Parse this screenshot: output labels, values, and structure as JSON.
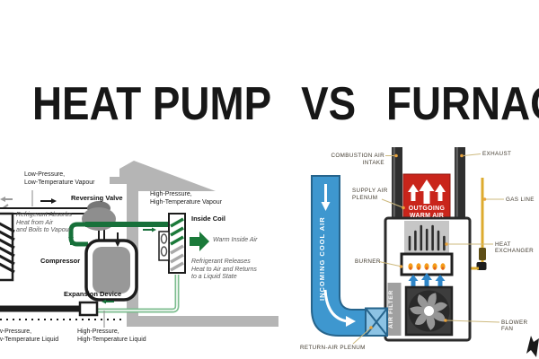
{
  "title": {
    "left": "HEAT PUMP",
    "vs": "VS",
    "right": "FURNACE"
  },
  "heat_pump": {
    "labels": {
      "low_pressure_vapour": "Low-Pressure,\nLow-Temperature Vapour",
      "reversing_valve": "Reversing Valve",
      "high_pressure_vapour": "High-Pressure,\nHigh-Temperature Vapour",
      "inside_coil": "Inside Coil",
      "warm_inside_air": "Warm Inside Air",
      "refrigerant_absorbs": "Refrigerant Absorbs\nHeat from Air\nand Boils to Vapour",
      "compressor": "Compressor",
      "refrigerant_releases": "Refrigerant Releases\nHeat to Air and Returns\nto a Liquid State",
      "expansion_device": "Expansion Device",
      "low_pressure_liquid": "Low-Pressure,\nLow-Temperature Liquid",
      "high_pressure_liquid": "High-Pressure,\nHigh-Temperature Liquid"
    }
  },
  "furnace": {
    "labels": {
      "combustion_air_intake": "COMBUSTION AIR INTAKE",
      "exhaust": "EXHAUST",
      "supply_air_plenum": "SUPPLY AIR\nPLENUM",
      "outgoing_warm_air": "OUTGOING\nWARM AIR",
      "gas_line": "GAS LINE",
      "incoming_cool_air": "INCOMING COOL AIR",
      "heat_exchanger": "HEAT EXCHANGER",
      "burner": "BURNER",
      "air_filter": "AIR FILTER",
      "blower_fan": "BLOWER FAN",
      "return_air_plenum": "RETURN-AIR PLENUM"
    }
  },
  "colors": {
    "green_pipe": "#17703a",
    "light_green_pipe": "#7dbd8f",
    "duct_blue": "#3e97cf",
    "plenum_red": "#c9251b",
    "gas_yellow": "#ddab2e",
    "house_gray": "#b5b5b5"
  }
}
